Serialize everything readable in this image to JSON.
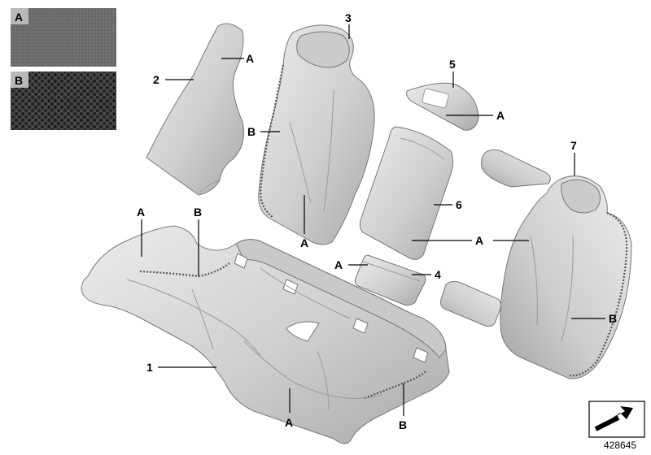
{
  "material_swatches": [
    {
      "letter": "A",
      "texture": "leather"
    },
    {
      "letter": "B",
      "texture": "diamond-perforated"
    }
  ],
  "callouts": {
    "c1": "1",
    "c2": "2",
    "c3": "3",
    "c4": "4",
    "c5": "5",
    "c6": "6",
    "c7": "7",
    "a_back_top": "A",
    "a_back_left": "A",
    "a_seat_left": "A",
    "a_seat_bottom": "A",
    "a_tab5": "A",
    "a_block4": "A",
    "a_right_back": "A",
    "b_back_left": "B",
    "b_seat_left": "B",
    "b_seat_bottom": "B",
    "b_right_back": "B"
  },
  "document_number": "428645",
  "colors": {
    "leather_fill": "#d9d9d9",
    "leather_dark": "#b7b7b7",
    "swatch_a": "#6f6f6f",
    "swatch_b": "#2e2e2e"
  }
}
